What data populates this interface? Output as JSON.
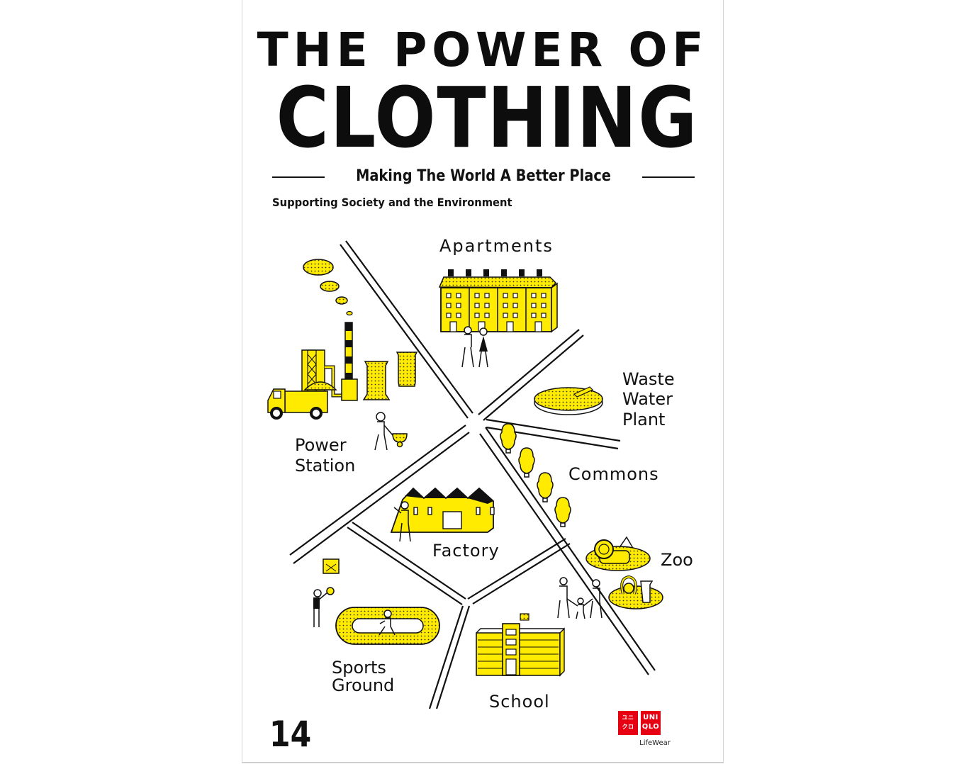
{
  "cover": {
    "title_line1": "THE POWER OF",
    "title_line2": "CLOTHING",
    "subtitle": "Making The World A Better Place",
    "tagline": "Supporting Society and the Environment",
    "page_number": "14"
  },
  "map": {
    "labels": {
      "apartments": "Apartments",
      "power_station_1": "Power",
      "power_station_2": "Station",
      "waste_1": "Waste",
      "waste_2": "Water",
      "waste_3": "Plant",
      "commons": "Commons",
      "factory": "Factory",
      "zoo": "Zoo",
      "sports_1": "Sports",
      "sports_2": "Ground",
      "school": "School"
    },
    "colors": {
      "accent_yellow": "#FFEB00",
      "ink": "#111111"
    }
  },
  "brand": {
    "katakana": "ユニ クロ",
    "logo_line1": "UNI",
    "logo_line2": "QLO",
    "tagline": "LifeWear",
    "color": "#E60012"
  }
}
